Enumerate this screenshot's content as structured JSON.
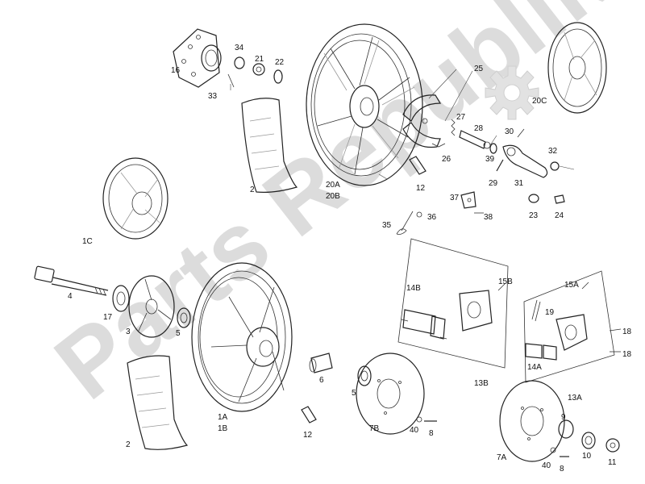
{
  "watermark": {
    "text": "Parts Republik",
    "color": "#d4d4d4",
    "icon": "gear-icon"
  },
  "labels": {
    "l16": "16",
    "l34": "34",
    "l21": "21",
    "l22": "22",
    "l33": "33",
    "l25": "25",
    "l20C": "20C",
    "l27": "27",
    "l28": "28",
    "l30": "30",
    "l26": "26",
    "l39": "39",
    "l32": "32",
    "l29": "29",
    "l31": "31",
    "l20A": "20A",
    "l20B": "20B",
    "l12a": "12",
    "l37": "37",
    "l23": "23",
    "l24": "24",
    "l35": "35",
    "l36": "36",
    "l38": "38",
    "l1C": "1C",
    "l2a": "2",
    "l4": "4",
    "l17": "17",
    "l3": "3",
    "l5a": "5",
    "l14B": "14B",
    "l15B": "15B",
    "l15A": "15A",
    "l19": "19",
    "l18a": "18",
    "l18b": "18",
    "l14A": "14A",
    "l13B": "13B",
    "l13A": "13A",
    "l6": "6",
    "l5b": "5",
    "l1A": "1A",
    "l1B": "1B",
    "l12b": "12",
    "l7B": "7B",
    "l40a": "40",
    "l8a": "8",
    "l2b": "2",
    "l9": "9",
    "l7A": "7A",
    "l40b": "40",
    "l8b": "8",
    "l10": "10",
    "l11": "11"
  }
}
